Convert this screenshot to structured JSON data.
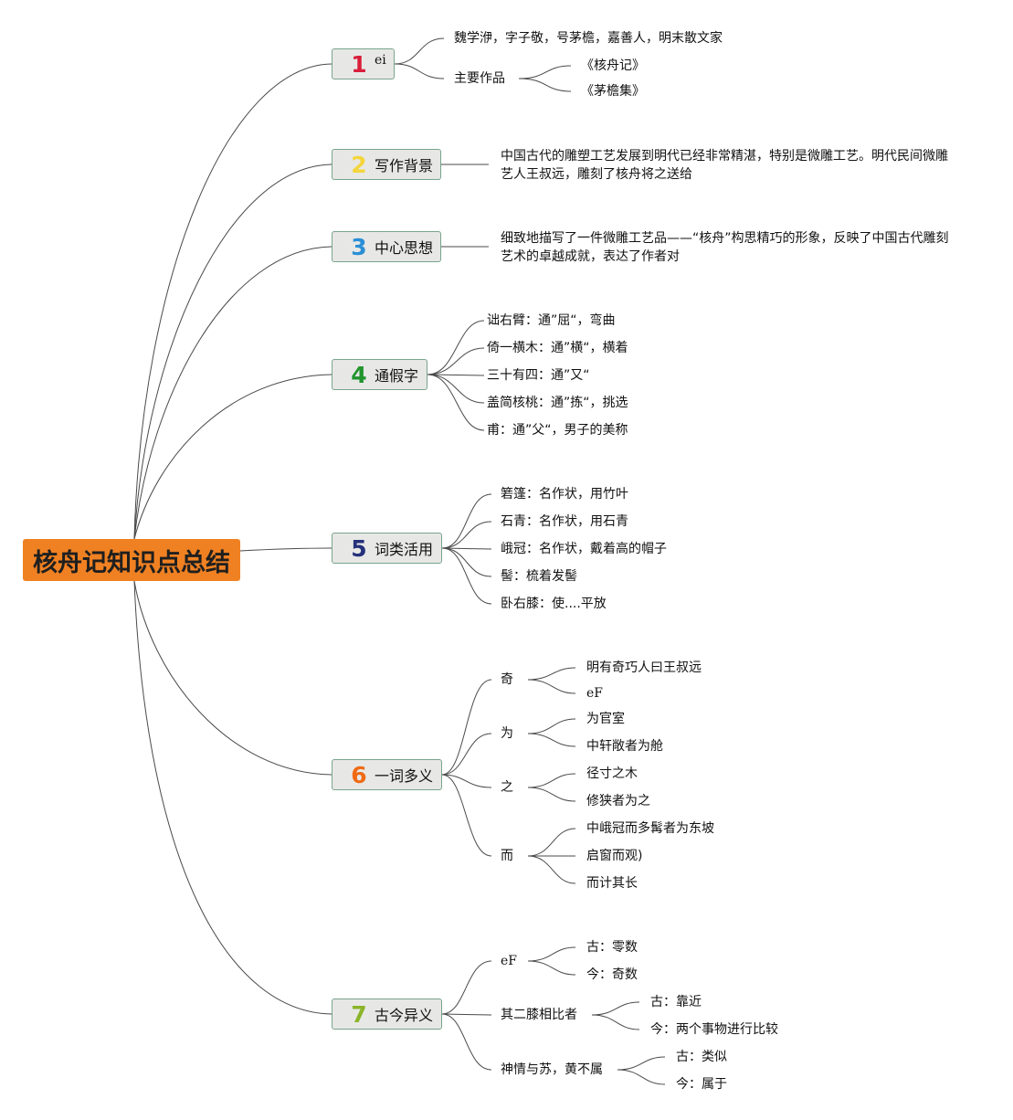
{
  "root": {
    "title": "核舟记知识点总结"
  },
  "topics": [
    {
      "num": "1",
      "color": "#d91e3a",
      "label": "ei",
      "items": [
        {
          "text": "魏学洢，字子敬，号茅檐，嘉善人，明末散文家"
        },
        {
          "text": "主要作品",
          "children": [
            "《核舟记》",
            "《茅檐集》"
          ]
        }
      ]
    },
    {
      "num": "2",
      "color": "#f4d53c",
      "label": "写作背景",
      "items": [
        {
          "text": "中国古代的雕塑工艺发展到明代已经非常精湛，特别是微雕工艺。明代民间微雕艺人王叔远，雕刻了核舟将之送给"
        }
      ]
    },
    {
      "num": "3",
      "color": "#2b8fd6",
      "label": "中心思想",
      "items": [
        {
          "text": "细致地描写了一件微雕工艺品——“核舟”构思精巧的形象，反映了中国古代雕刻艺术的卓越成就，表达了作者对"
        }
      ]
    },
    {
      "num": "4",
      "color": "#22952e",
      "label": "通假字",
      "items": [
        {
          "text": "诎右臂：通”屈“，弯曲"
        },
        {
          "text": "倚一横木：通”横“，横着"
        },
        {
          "text": "三十有四：通”又“"
        },
        {
          "text": "盖简核桃：通”拣“，挑选"
        },
        {
          "text": "甫：通”父“，男子的美称"
        }
      ]
    },
    {
      "num": "5",
      "color": "#24307a",
      "label": "词类活用",
      "items": [
        {
          "text": "箬篷：名作状，用竹叶"
        },
        {
          "text": "石青：名作状，用石青"
        },
        {
          "text": "峨冠：名作状，戴着高的帽子"
        },
        {
          "text": "髻：梳着发髻"
        },
        {
          "text": "卧右膝：使....平放"
        }
      ]
    },
    {
      "num": "6",
      "color": "#f06a13",
      "label": "一词多义",
      "items": [
        {
          "text": "奇",
          "children": [
            "明有奇巧人曰王叔远",
            "eF"
          ]
        },
        {
          "text": "为",
          "children": [
            "为官室",
            "中轩敞者为舱"
          ]
        },
        {
          "text": "之",
          "children": [
            "径寸之木",
            "修狭者为之"
          ]
        },
        {
          "text": "而",
          "children": [
            "中峨冠而多髯者为东坡",
            "启窗而观)",
            "而计其长"
          ]
        }
      ]
    },
    {
      "num": "7",
      "color": "#8bb52a",
      "label": "古今异义",
      "items": [
        {
          "text": "eF",
          "children": [
            "古：零数",
            "今：奇数"
          ]
        },
        {
          "text": "其二膝相比者",
          "children": [
            "古：靠近",
            "今：两个事物进行比较"
          ]
        },
        {
          "text": "神情与苏，黄不属",
          "children": [
            "古：类似",
            "今：属于"
          ]
        }
      ]
    }
  ]
}
